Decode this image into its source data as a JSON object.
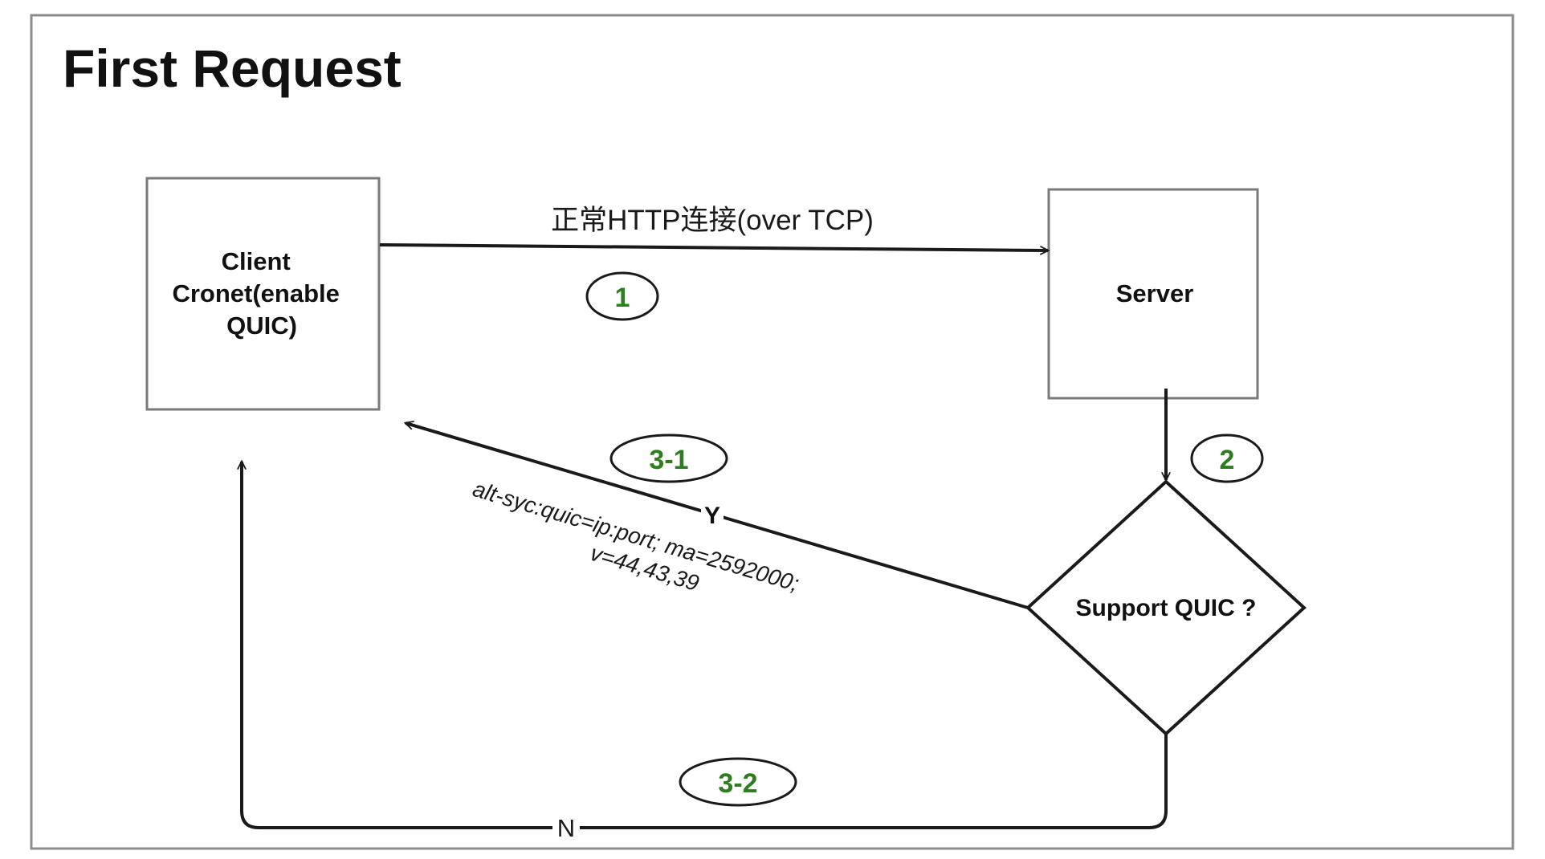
{
  "title": "First Request",
  "nodes": {
    "client": {
      "lines": [
        "Client",
        "Cronet(enable",
        "QUIC)"
      ]
    },
    "server": {
      "label": "Server"
    },
    "decision": {
      "label": "Support QUIC ?"
    }
  },
  "edges": {
    "request": {
      "label": "正常HTTP连接(over TCP)"
    },
    "yes_branch": {
      "marker": "Y",
      "note_lines": [
        "alt-syc:quic=ip:port; ma=2592000;",
        "v=44,43,39"
      ]
    },
    "no_branch": {
      "marker": "N"
    }
  },
  "steps": [
    "1",
    "2",
    "3-1",
    "3-2"
  ],
  "colors": {
    "line": "#1a1a1a",
    "box_border": "#7a7a7a",
    "frame_border": "#8c8c8c",
    "step_text": "#2e7d1f"
  }
}
